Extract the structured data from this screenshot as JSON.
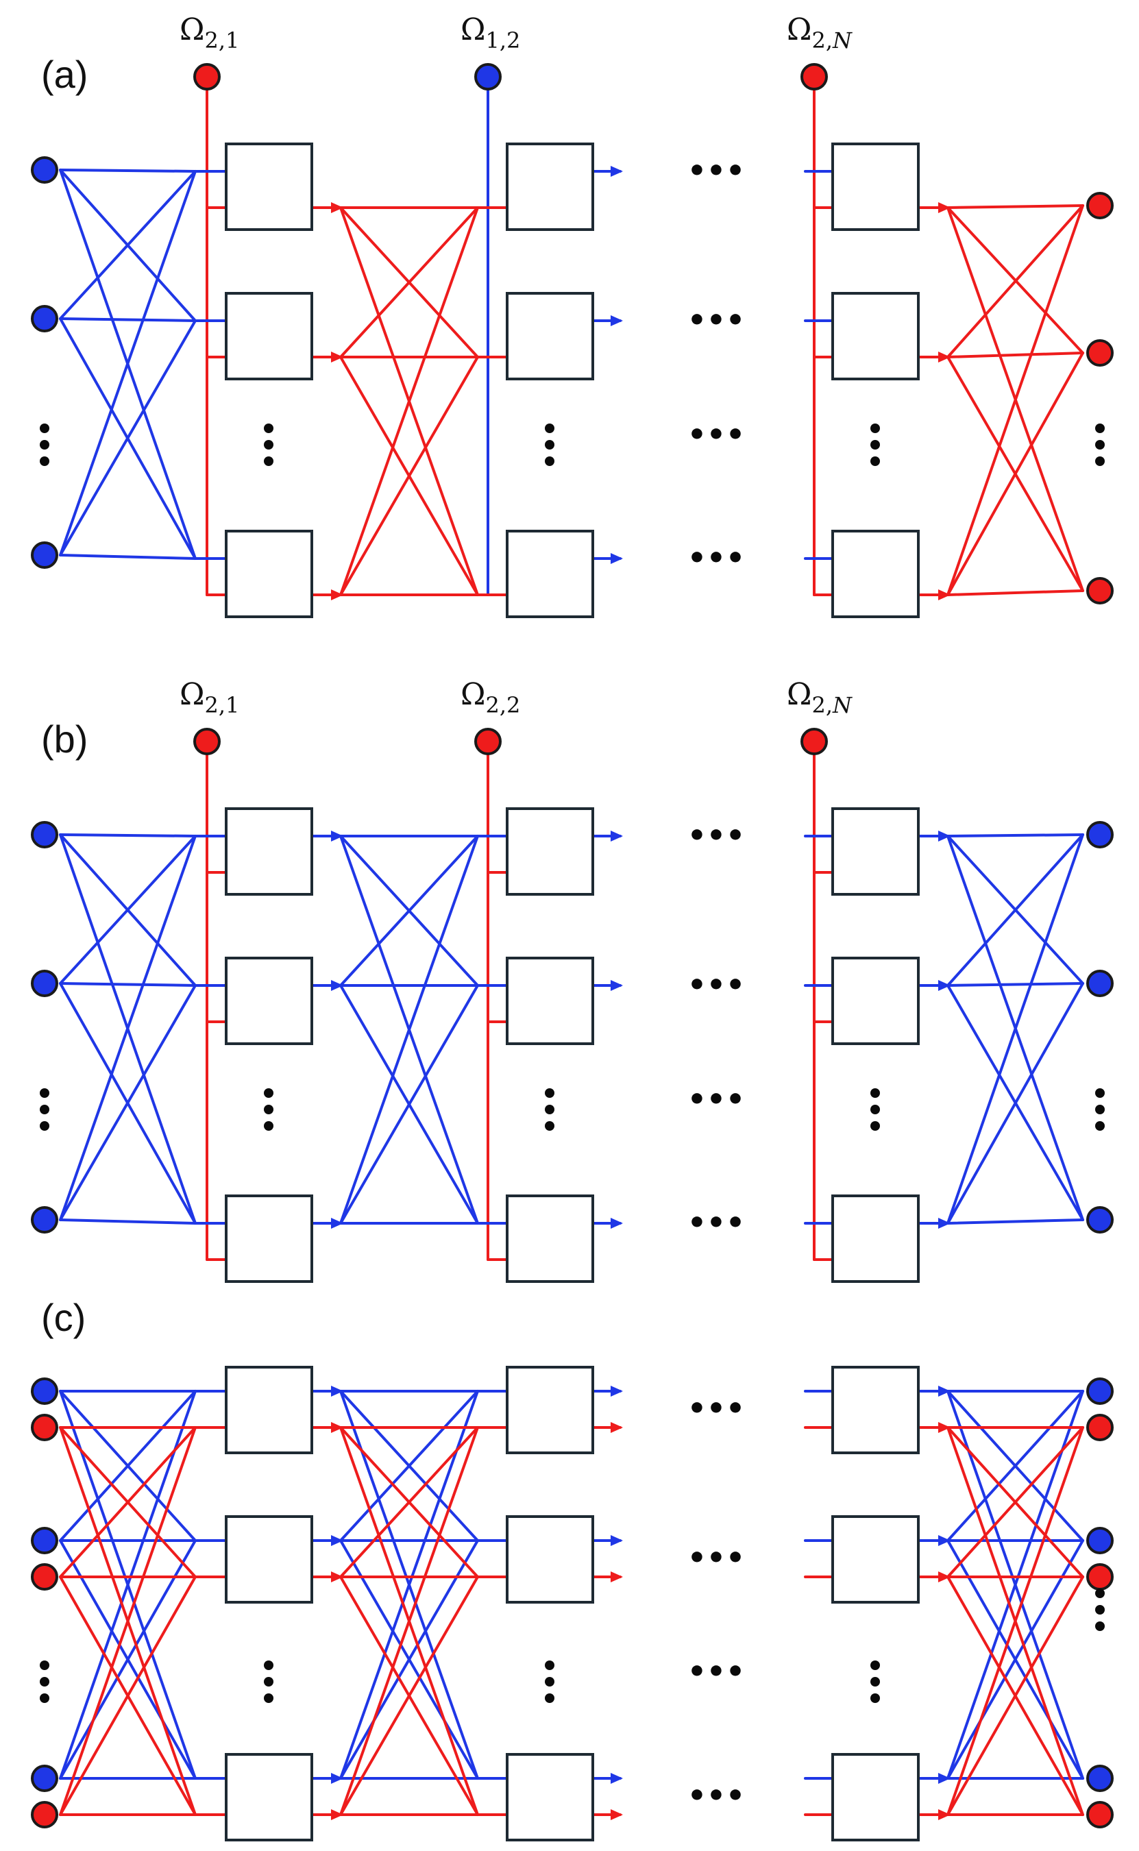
{
  "colors": {
    "blue": "#1f37e6",
    "red": "#ee1c1c",
    "box_stroke": "#1e2a33",
    "dot": "#0a0a0a"
  },
  "dots_glyph": "•••",
  "panels": [
    {
      "id": "a",
      "label": "(a)",
      "sources": [
        {
          "text": "Ω",
          "sub": "2,1",
          "color": "red"
        },
        {
          "text": "Ω",
          "sub": "1,2",
          "color": "blue"
        },
        {
          "text": "Ω",
          "sub": "2,N",
          "sub_italic_last": true,
          "color": "red"
        }
      ],
      "input_color": "blue",
      "layer_colors": [
        "red",
        "red"
      ],
      "output_color": "red"
    },
    {
      "id": "b",
      "label": "(b)",
      "sources": [
        {
          "text": "Ω",
          "sub": "2,1",
          "color": "red"
        },
        {
          "text": "Ω",
          "sub": "2,2",
          "color": "red"
        },
        {
          "text": "Ω",
          "sub": "2,N",
          "sub_italic_last": true,
          "color": "red"
        }
      ],
      "input_color": "blue",
      "layer_colors": [
        "blue",
        "blue"
      ],
      "output_color": "blue"
    },
    {
      "id": "c",
      "label": "(c)",
      "sources": [],
      "input_color": "both",
      "layer_colors": [
        "both",
        "both"
      ],
      "output_color": "both"
    }
  ]
}
